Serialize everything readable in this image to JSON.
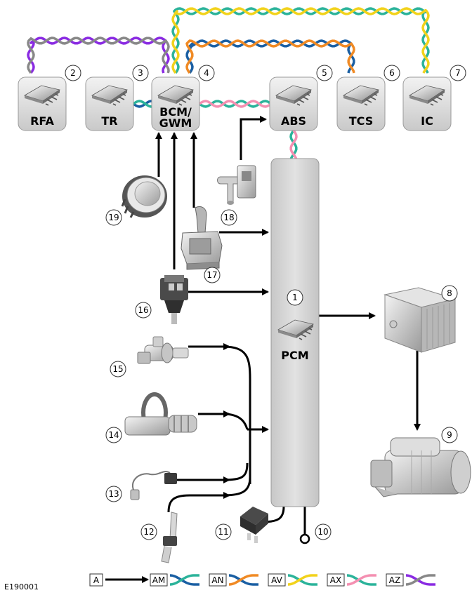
{
  "modules": [
    {
      "id": "rfa",
      "label": "RFA",
      "number": "2"
    },
    {
      "id": "tr",
      "label": "TR",
      "number": "3"
    },
    {
      "id": "bcm",
      "label_line1": "BCM/",
      "label_line2": "GWM",
      "number": "4"
    },
    {
      "id": "abs",
      "label": "ABS",
      "number": "5"
    },
    {
      "id": "tcs",
      "label": "TCS",
      "number": "6"
    },
    {
      "id": "ic",
      "label": "IC",
      "number": "7"
    }
  ],
  "pcm": {
    "label": "PCM",
    "number": "1"
  },
  "components": {
    "c8": "8",
    "c9": "9",
    "c10": "10",
    "c11": "11",
    "c12": "12",
    "c13": "13",
    "c14": "14",
    "c15": "15",
    "c16": "16",
    "c17": "17",
    "c18": "18",
    "c19": "19"
  },
  "legend": [
    {
      "code": "A",
      "type": "arrow"
    },
    {
      "code": "AM",
      "type": "twisted",
      "colors": [
        "#1a5fa3",
        "#2bb39a"
      ]
    },
    {
      "code": "AN",
      "type": "twisted",
      "colors": [
        "#1a5fa3",
        "#f08a24"
      ]
    },
    {
      "code": "AV",
      "type": "twisted",
      "colors": [
        "#2bb39a",
        "#f2d21b"
      ]
    },
    {
      "code": "AX",
      "type": "twisted",
      "colors": [
        "#2bb39a",
        "#f48fb1"
      ]
    },
    {
      "code": "AZ",
      "type": "twisted",
      "colors": [
        "#8a2be2",
        "#888888"
      ]
    }
  ],
  "reference": "E190001",
  "colors": {
    "purple": "#8a2be2",
    "grey": "#888888",
    "blue": "#1a5fa3",
    "green": "#2bb39a",
    "orange": "#f08a24",
    "yellow": "#f2d21b",
    "pink": "#f48fb1"
  }
}
